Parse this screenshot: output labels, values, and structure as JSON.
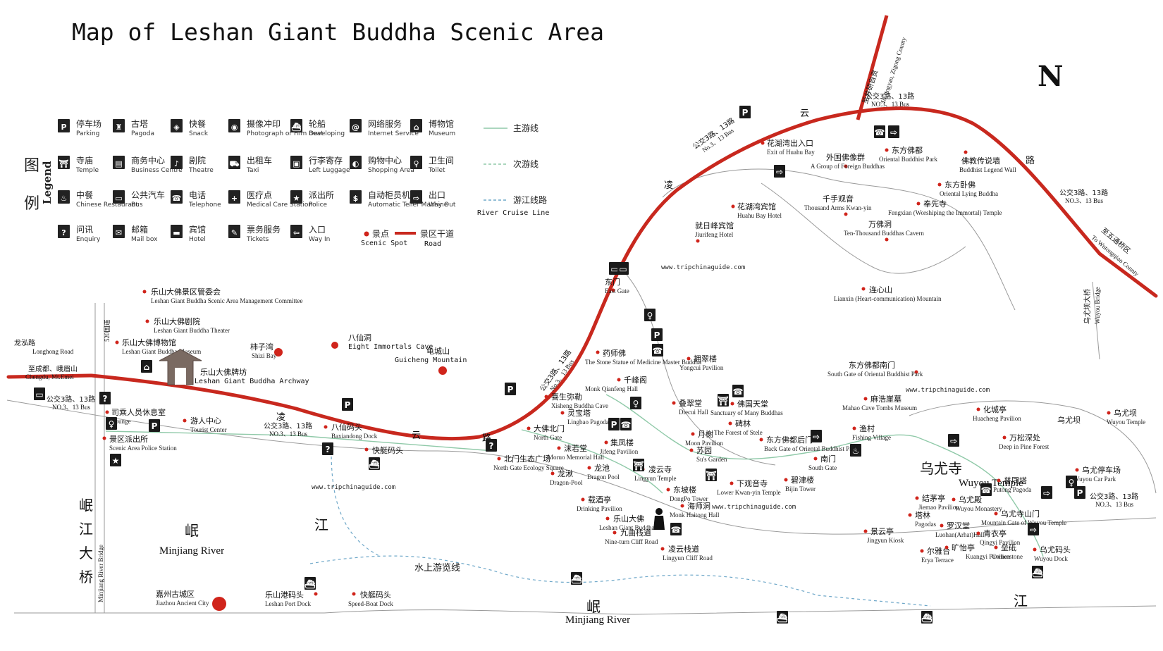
{
  "title": "Map of Leshan Giant Buddha Scenic Area",
  "north": "N",
  "colors": {
    "road": "#c8281e",
    "spot": "#d0241b",
    "main_route": "#8fc9a8",
    "cruise": "#6fa8c9",
    "contour": "#8a8a8a"
  },
  "legend": {
    "heading_cn": [
      "图",
      "例"
    ],
    "heading_en": "Legend",
    "items": [
      {
        "sym": "P",
        "cn": "停车场",
        "en": "Parking"
      },
      {
        "sym": "pagoda-icon",
        "cn": "古塔",
        "en": "Pagoda"
      },
      {
        "sym": "snack-icon",
        "cn": "快餐",
        "en": "Snack"
      },
      {
        "sym": "camera-icon",
        "cn": "摄像冲印",
        "en": "Photograph or Film Developing"
      },
      {
        "sym": "boat-icon",
        "cn": "轮船",
        "en": "Boat"
      },
      {
        "sym": "internet-icon",
        "cn": "网络服务",
        "en": "Internet Service"
      },
      {
        "sym": "museum-icon",
        "cn": "博物馆",
        "en": "Museum"
      },
      {
        "sym": "temple-icon",
        "cn": "寺庙",
        "en": "Temple"
      },
      {
        "sym": "business-icon",
        "cn": "商务中心",
        "en": "Business Centre"
      },
      {
        "sym": "theatre-icon",
        "cn": "剧院",
        "en": "Theatre"
      },
      {
        "sym": "taxi-icon",
        "cn": "出租车",
        "en": "Taxi"
      },
      {
        "sym": "luggage-icon",
        "cn": "行李寄存",
        "en": "Left Luggage"
      },
      {
        "sym": "shopping-icon",
        "cn": "购物中心",
        "en": "Shopping Area"
      },
      {
        "sym": "toilet-icon",
        "cn": "卫生间",
        "en": "Toilet"
      },
      {
        "sym": "restaurant-icon",
        "cn": "中餐",
        "en": "Chinese Restaurant"
      },
      {
        "sym": "bus-icon",
        "cn": "公共汽车",
        "en": "Bus"
      },
      {
        "sym": "telephone-icon",
        "cn": "电话",
        "en": "Telephone"
      },
      {
        "sym": "medical-icon",
        "cn": "医疗点",
        "en": "Medical Care Station"
      },
      {
        "sym": "police-icon",
        "cn": "派出所",
        "en": "Police"
      },
      {
        "sym": "atm-icon",
        "cn": "自动柜员机",
        "en": "Automatic Teller Machine"
      },
      {
        "sym": "way-out-icon",
        "cn": "出口",
        "en": "Way Out"
      },
      {
        "sym": "?",
        "cn": "问讯",
        "en": "Enquiry"
      },
      {
        "sym": "mailbox-icon",
        "cn": "邮箱",
        "en": "Mail box"
      },
      {
        "sym": "hotel-icon",
        "cn": "宾馆",
        "en": "Hotel"
      },
      {
        "sym": "tickets-icon",
        "cn": "票务服务",
        "en": "Tickets"
      },
      {
        "sym": "way-in-icon",
        "cn": "入口",
        "en": "Way In"
      }
    ],
    "spot": {
      "cn": "景点",
      "en": "Scenic Spot"
    },
    "road": {
      "cn": "景区干道",
      "en": "Road"
    },
    "lines": [
      {
        "cn": "主游线",
        "en": ""
      },
      {
        "cn": "次游线",
        "en": ""
      },
      {
        "cn": "游江线路",
        "en": "River Cruise Line"
      }
    ]
  },
  "urls": [
    "www.tripchinaguide.com",
    "www.tripchinaguide.com",
    "www.tripchinaguide.com",
    "www.tripchinaguide.com"
  ],
  "rivers": {
    "left_cn": "岷",
    "left_en": "Minjiang River",
    "left_jiang": "江",
    "bottom_cn": "岷",
    "bottom_en": "Minjiang River",
    "right_jiang": "江",
    "bridge_cn": "岷江大桥",
    "bridge_en": "Minjiang River Bridge",
    "cruise_cn": "水上游览线"
  },
  "roads": {
    "yun1": "云",
    "yun2": "云",
    "ling1": "凌",
    "ling2": "凌",
    "lu1": "路",
    "lu2": "路",
    "to_chengdu_cn": "至成都、峨眉山",
    "to_chengdu_en": "Chengdu, Mt.Emei",
    "longhong_cn": "龙泓路",
    "longhong_en": "Longhong Road",
    "to_jingyan_cn": "至井研自贡",
    "to_jingyan_en": "To Jingyan, Zigong County",
    "to_wutongqiao_cn": "至五通桥区",
    "to_wutongqiao_en": "To Wutongqiao County",
    "wuyou_bridge_cn": "乌尤坝大桥",
    "wuyou_bridge_en": "Wuyou Bridge",
    "road_520": "520国道"
  },
  "bus_labels": [
    {
      "cn": "公交3路、13路",
      "en": "NO.3、13 Bus"
    },
    {
      "cn": "公交3路、13路",
      "en": "No.3、13 Bus"
    },
    {
      "cn": "公交3路、13路",
      "en": "NO.3、13 Bus"
    },
    {
      "cn": "公交3路、13路",
      "en": "No.3、13 Bus"
    },
    {
      "cn": "公交3路、13路",
      "en": "NO.3、13 Bus"
    },
    {
      "cn": "公交3路、13路",
      "en": "NO.3、13 Bus"
    },
    {
      "cn": "公交3路、13路",
      "en": "NO.3、13 Bus"
    }
  ],
  "places": {
    "committee": {
      "cn": "乐山大佛景区管委会",
      "en": "Leshan Giant Buddha Scenic Area Management Committee"
    },
    "theater": {
      "cn": "乐山大佛剧院",
      "en": "Leshan Giant Buddha Theater"
    },
    "museum": {
      "cn": "乐山大佛博物馆",
      "en": "Leshan Giant Buddha Museum"
    },
    "archway": {
      "cn": "乐山大佛牌坊",
      "en": "Leshan Giant Buddha Archway"
    },
    "shizi": {
      "cn": "柿子湾",
      "en": "Shizi Bay"
    },
    "baxian": {
      "cn": "八仙洞",
      "en": "Eight Immortals Cave"
    },
    "guicheng": {
      "cn": "龟城山",
      "en": "Guicheng Mountain"
    },
    "lounge": {
      "cn": "司乘人员休息室",
      "en": "Lounge"
    },
    "tourist": {
      "cn": "游人中心",
      "en": "Tourist Center"
    },
    "police_station": {
      "cn": "景区派出所",
      "en": "Scenic Area Police Station"
    },
    "baxian_dock": {
      "cn": "八仙码头",
      "en": "Baxiandong Dock"
    },
    "speed_dock1": {
      "cn": "快艇码头",
      "en": ""
    },
    "jiazhou": {
      "cn": "嘉州古城区",
      "en": "Jiazhou Ancient City"
    },
    "port_dock": {
      "cn": "乐山港码头",
      "en": "Leshan Port Dock"
    },
    "speed_dock2": {
      "cn": "快艇码头",
      "en": "Speed-Boat Dock"
    },
    "east_gate": {
      "cn": "东门",
      "en": "East Gate"
    },
    "medicine": {
      "cn": "药师佛",
      "en": "The Stone Statue of Medicine Master Buddha"
    },
    "qianfeng": {
      "cn": "千峰阁",
      "en": "Monk Qianfeng Hall"
    },
    "xisheng": {
      "cn": "喜生弥勒",
      "en": "Xisheng Buddha Cave"
    },
    "lingbao": {
      "cn": "灵宝塔",
      "en": "Lingbao Pagoda"
    },
    "north_gate": {
      "cn": "大佛北门",
      "en": "North Gate"
    },
    "moruo": {
      "cn": "沫若堂",
      "en": "Moruo Memorial Hall"
    },
    "jifeng": {
      "cn": "集凤楼",
      "en": "Jifeng Pavilion"
    },
    "dragon": {
      "cn": "龙池",
      "en": "Dragon Pool"
    },
    "ecology": {
      "cn": "北门生态广场",
      "en": "North Gate Ecology Square"
    },
    "dragon2": {
      "cn": "龙湫",
      "en": "Dragon-Pool"
    },
    "zuijiu": {
      "cn": "载酒亭",
      "en": "Drinking Pavilion"
    },
    "buddha": {
      "cn": "乐山大佛",
      "en": "Leshan Giant Buddha"
    },
    "ninturn": {
      "cn": "九曲栈道",
      "en": "Nine-turn Cliff Road"
    },
    "lingyun_road": {
      "cn": "凌云栈道",
      "en": "Lingyun Cliff Road"
    },
    "lingyun_temple": {
      "cn": "凌云寺",
      "en": "Lingyun Temple"
    },
    "dongpo": {
      "cn": "东坡楼",
      "en": "DongPo Tower"
    },
    "haitong": {
      "cn": "海师洞",
      "en": "Monk Haitong Hall"
    },
    "yongcui": {
      "cn": "拥翠楼",
      "en": "Yongcui Pavilion"
    },
    "diecui": {
      "cn": "叠翠堂",
      "en": "Diecui Hall"
    },
    "sanctuary": {
      "cn": "佛国天堂",
      "en": "Sanctuary of Many Buddhas"
    },
    "moon": {
      "cn": "月榭",
      "en": "Moon Pavilion"
    },
    "forest": {
      "cn": "碑林",
      "en": "The Forest of Stele"
    },
    "sus": {
      "cn": "苏园",
      "en": "Su's Garden"
    },
    "kwanyin": {
      "cn": "下观音寺",
      "en": "Lower Kwan-yin Temple"
    },
    "backgate": {
      "cn": "东方佛都后门",
      "en": "Back Gate of Oriental Buddhist Park"
    },
    "bijin": {
      "cn": "碧津楼",
      "en": "Bijin Tower"
    },
    "south_gate": {
      "cn": "南门",
      "en": "South Gate"
    },
    "south_gate_oriental": {
      "cn": "东方佛都南门",
      "en": "South Gate of Oriental Buddhist Park"
    },
    "mahao": {
      "cn": "麻浩崖墓",
      "en": "Mahao Cave Tombs Museum"
    },
    "fishing": {
      "cn": "渔村",
      "en": "Fishing Village"
    },
    "exit_haohua": {
      "cn": "花湖湾出入口",
      "en": "Exit of Huahu Bay"
    },
    "foreign": {
      "cn": "外国佛像群",
      "en": "A Group of Foreign Buddhas"
    },
    "oriental": {
      "cn": "东方佛都",
      "en": "Oriental Buddhist Park"
    },
    "legend_wall": {
      "cn": "佛教传说墙",
      "en": "Buddhist Legend Wall"
    },
    "lying": {
      "cn": "东方卧佛",
      "en": "Oriental Lying Buddha"
    },
    "fengxian": {
      "cn": "奉先寺",
      "en": "Fengxian (Worshiping the Immortal) Temple"
    },
    "huahu_hotel": {
      "cn": "花湖湾宾馆",
      "en": "Huahu Bay Hotel"
    },
    "jiurifeng": {
      "cn": "就日峰宾馆",
      "en": "Jiurifeng Hotel"
    },
    "kwanyin1000": {
      "cn": "千手观音",
      "en": "Thousand Arms Kwan-yin"
    },
    "wanfo": {
      "cn": "万佛洞",
      "en": "Ten-Thousand Buddhas Cavern"
    },
    "lianxin": {
      "cn": "连心山",
      "en": "Lianxin (Heart-communication) Mountain"
    },
    "huacheng": {
      "cn": "化城亭",
      "en": "Huacheng Pavilion"
    },
    "pine": {
      "cn": "万松深处",
      "en": "Deep in Pine Forest"
    },
    "wuyou_temple_top": {
      "cn": "乌尤坝",
      "en": "Wuyou Temple"
    },
    "wuyou_big": {
      "cn": "乌尤寺",
      "en": "Wuyou Temple"
    },
    "jiemao": {
      "cn": "结茅亭",
      "en": "Jiemao Pavilion"
    },
    "pagodas": {
      "cn": "塔林",
      "en": "Pagodas"
    },
    "wuyou_mon": {
      "cn": "乌尤殿",
      "en": "Wuyou Monastery"
    },
    "putong": {
      "cn": "普同塔",
      "en": "Putong Pagoda"
    },
    "luohan": {
      "cn": "罗汉堂",
      "en": "Luohan(Arhat)Hall"
    },
    "mountain_gate": {
      "cn": "乌尤寺山门",
      "en": "Mountain Gate of Wuyou Temple"
    },
    "qingyi": {
      "cn": "青衣亭",
      "en": "Qingyi Pavilion"
    },
    "jingyun": {
      "cn": "景云亭",
      "en": "Jingyun Kiosk"
    },
    "erya": {
      "cn": "尔雅台",
      "en": "Erya Terrace"
    },
    "kuangyi": {
      "cn": "旷怡亭",
      "en": "Kuangyi Pavilion"
    },
    "corner": {
      "cn": "垒砥",
      "en": "Cornerstone"
    },
    "wuyou_dock": {
      "cn": "乌尤码头",
      "en": "Wuyou Dock"
    },
    "wuyou_park": {
      "cn": "乌尤停车场",
      "en": "Wuyou Car Park"
    },
    "wuyou_sign": {
      "cn": "乌尤坝",
      "en": "Wuyou Temple"
    }
  }
}
